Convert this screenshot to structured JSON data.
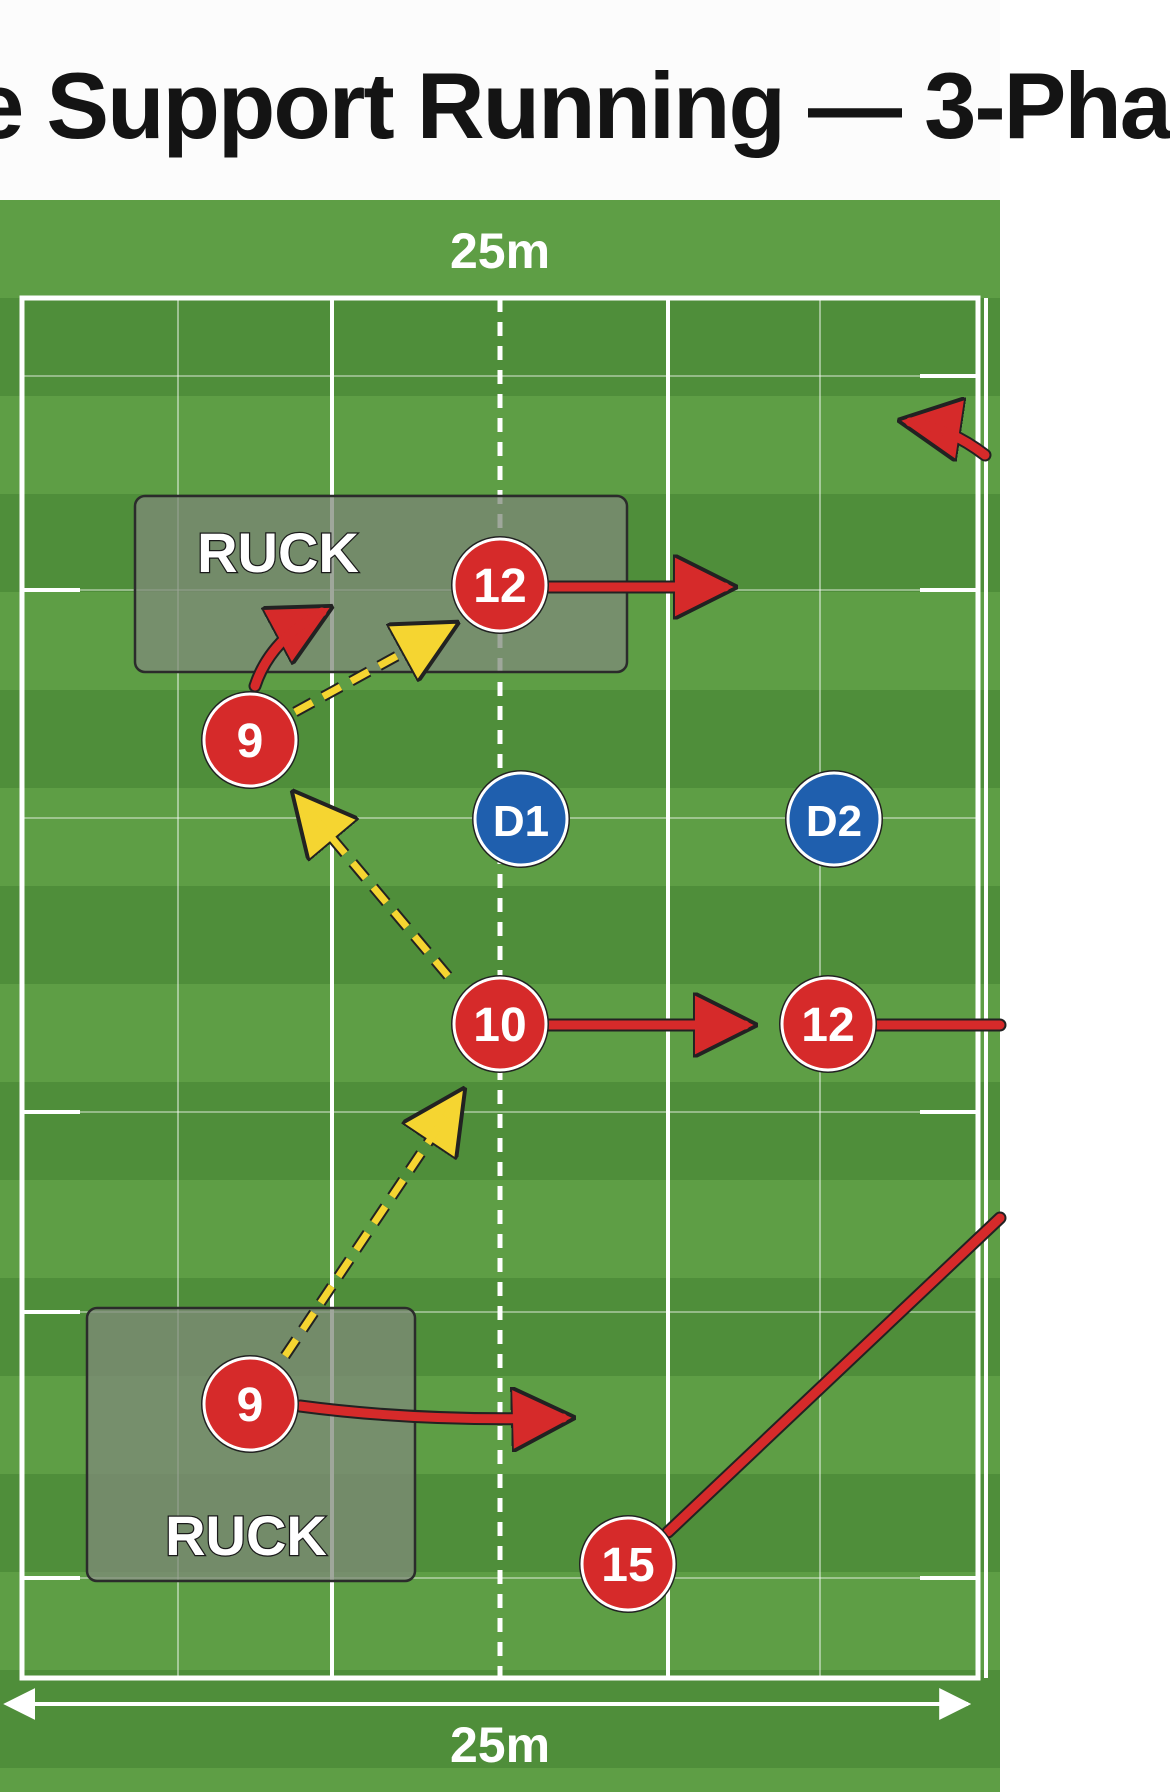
{
  "title": "e Support Running — 3-Pha",
  "dimensions": {
    "top": "25m",
    "bottom": "25m"
  },
  "colors": {
    "grass_light": "#5e9e45",
    "grass_dark": "#4f8e3a",
    "line": "#ffffff",
    "attacker": "#d62a2a",
    "defender": "#1f5fae",
    "run_arrow": "#d62a2a",
    "pass_arrow": "#f5d531",
    "ruck_fill": "#7f8a7a"
  },
  "rucks": [
    {
      "label": "RUCK"
    },
    {
      "label": "RUCK"
    }
  ],
  "players": {
    "attackers": [
      "12",
      "9",
      "10",
      "12",
      "9",
      "15"
    ],
    "defenders": [
      "D1",
      "D2"
    ]
  },
  "icons": {
    "run": "solid-red-arrow",
    "pass": "dashed-yellow-arrow",
    "dimension": "double-headed-arrow"
  }
}
